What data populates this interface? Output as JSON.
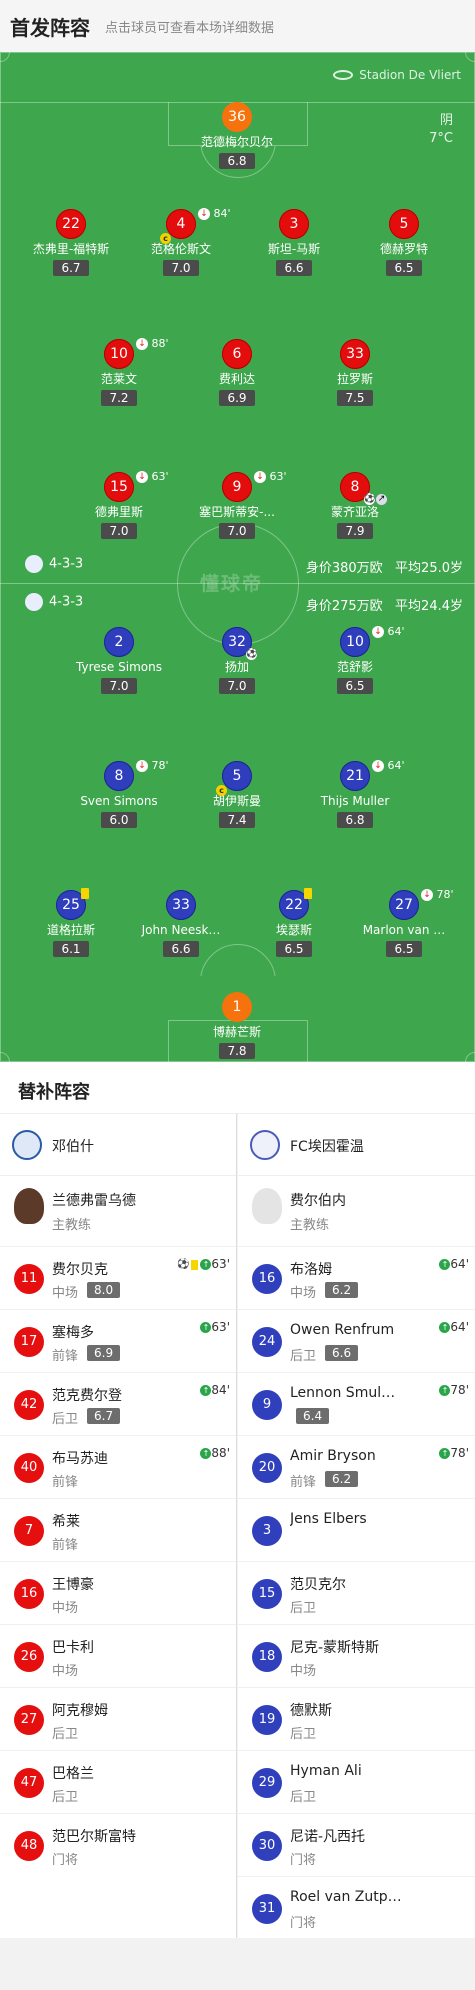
{
  "header": {
    "title": "首发阵容",
    "subtitle": "点击球员可查看本场详细数据"
  },
  "pitch": {
    "stadium": "Stadion De Vliert",
    "weather": "阴",
    "temp": "7°C",
    "watermark": "懂球帝"
  },
  "home": {
    "formation": "4-3-3",
    "value": "身价380万欧",
    "avg_age": "平均25.0岁"
  },
  "away": {
    "formation": "4-3-3",
    "value": "身价275万欧",
    "avg_age": "平均24.4岁"
  },
  "players": {
    "gk_home": {
      "num": "36",
      "name": "范德梅尔贝尔",
      "rating": "6.8"
    },
    "d1": {
      "num": "22",
      "name": "杰弗里-福特斯",
      "rating": "6.7"
    },
    "d2": {
      "num": "4",
      "name": "范格伦斯文",
      "rating": "7.0",
      "sub": "84'"
    },
    "d3": {
      "num": "3",
      "name": "斯坦-马斯",
      "rating": "6.6"
    },
    "d4": {
      "num": "5",
      "name": "德赫罗特",
      "rating": "6.5"
    },
    "m1": {
      "num": "10",
      "name": "范莱文",
      "rating": "7.2",
      "sub": "88'"
    },
    "m2": {
      "num": "6",
      "name": "费利达",
      "rating": "6.9"
    },
    "m3": {
      "num": "33",
      "name": "拉罗斯",
      "rating": "7.5"
    },
    "f1": {
      "num": "15",
      "name": "德弗里斯",
      "rating": "7.0",
      "sub": "63'"
    },
    "f2": {
      "num": "9",
      "name": "塞巴斯蒂安-...",
      "rating": "7.0",
      "sub": "63'"
    },
    "f3": {
      "num": "8",
      "name": "蒙齐亚洛",
      "rating": "7.9"
    },
    "af1": {
      "num": "2",
      "name": "Tyrese Simons",
      "rating": "7.0"
    },
    "af2": {
      "num": "32",
      "name": "扬加",
      "rating": "7.0"
    },
    "af3": {
      "num": "10",
      "name": "范舒影",
      "rating": "6.5",
      "sub": "64'"
    },
    "am1": {
      "num": "8",
      "name": "Sven Simons",
      "rating": "6.0",
      "sub": "78'"
    },
    "am2": {
      "num": "5",
      "name": "胡伊斯曼",
      "rating": "7.4"
    },
    "am3": {
      "num": "21",
      "name": "Thijs Muller",
      "rating": "6.8",
      "sub": "64'"
    },
    "ad1": {
      "num": "25",
      "name": "道格拉斯",
      "rating": "6.1"
    },
    "ad2": {
      "num": "33",
      "name": "John Neesk…",
      "rating": "6.6"
    },
    "ad3": {
      "num": "22",
      "name": "埃瑟斯",
      "rating": "6.5"
    },
    "ad4": {
      "num": "27",
      "name": "Marlon van …",
      "rating": "6.5",
      "sub": "78'"
    },
    "gk_away": {
      "num": "1",
      "name": "博赫芒斯",
      "rating": "7.8"
    }
  },
  "subs": {
    "title": "替补阵容",
    "home_team": "邓伯什",
    "away_team": "FC埃因霍温",
    "home_coach": {
      "name": "兰德弗雷乌德",
      "role": "主教练"
    },
    "away_coach": {
      "name": "费尔伯内",
      "role": "主教练"
    },
    "home": [
      {
        "num": "11",
        "name": "费尔贝克",
        "pos": "中场",
        "rating": "8.0",
        "min": "63'"
      },
      {
        "num": "17",
        "name": "塞梅多",
        "pos": "前锋",
        "rating": "6.9",
        "min": "63'"
      },
      {
        "num": "42",
        "name": "范克费尔登",
        "pos": "后卫",
        "rating": "6.7",
        "min": "84'"
      },
      {
        "num": "40",
        "name": "布马苏迪",
        "pos": "前锋",
        "min": "88'"
      },
      {
        "num": "7",
        "name": "希莱",
        "pos": "前锋"
      },
      {
        "num": "16",
        "name": "王博豪",
        "pos": "中场"
      },
      {
        "num": "26",
        "name": "巴卡利",
        "pos": "中场"
      },
      {
        "num": "27",
        "name": "阿克穆姆",
        "pos": "后卫"
      },
      {
        "num": "47",
        "name": "巴格兰",
        "pos": "后卫"
      },
      {
        "num": "48",
        "name": "范巴尔斯富特",
        "pos": "门将"
      }
    ],
    "away": [
      {
        "num": "16",
        "name": "布洛姆",
        "pos": "中场",
        "rating": "6.2",
        "min": "64'"
      },
      {
        "num": "24",
        "name": "Owen Renfrum",
        "pos": "后卫",
        "rating": "6.6",
        "min": "64'"
      },
      {
        "num": "9",
        "name": "Lennon Smul…",
        "pos": "",
        "rating": "6.4",
        "min": "78'"
      },
      {
        "num": "20",
        "name": "Amir Bryson",
        "pos": "前锋",
        "rating": "6.2",
        "min": "78'"
      },
      {
        "num": "3",
        "name": "Jens Elbers",
        "pos": ""
      },
      {
        "num": "15",
        "name": "范贝克尔",
        "pos": "后卫"
      },
      {
        "num": "18",
        "name": "尼克-蒙斯特斯",
        "pos": "中场"
      },
      {
        "num": "19",
        "name": "德默斯",
        "pos": "后卫"
      },
      {
        "num": "29",
        "name": "Hyman Ali",
        "pos": "后卫"
      },
      {
        "num": "30",
        "name": "尼诺-凡西托",
        "pos": "门将"
      },
      {
        "num": "31",
        "name": "Roel van Zutp…",
        "pos": "门将"
      }
    ]
  },
  "colors": {
    "pitch": "#3ea64c",
    "home": "#e40d0d",
    "away": "#2f3ebc",
    "gk_home": "#f5720d",
    "rating_bg": "#4b4b4b"
  }
}
